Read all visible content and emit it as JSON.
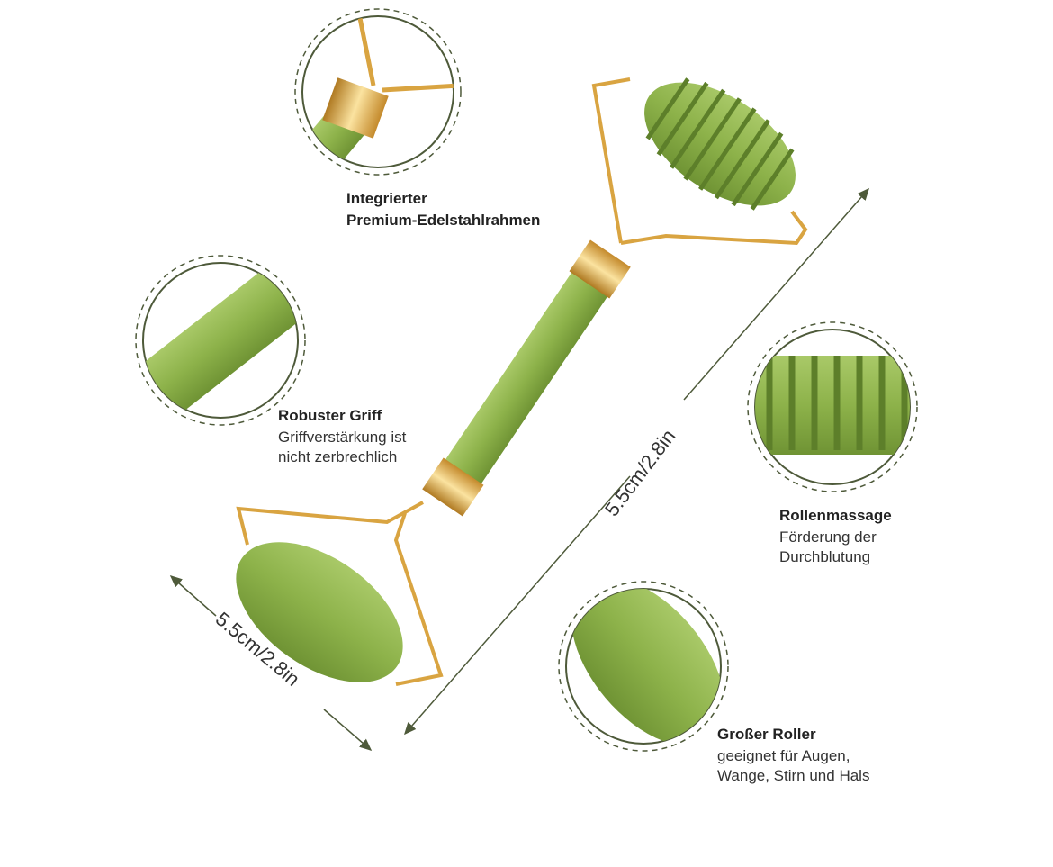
{
  "features": [
    {
      "title": "Integrierter",
      "subtitle": "Premium-Edelstahlrahmen"
    },
    {
      "title": "Robuster Griff",
      "lines": [
        "Griffverstärkung ist",
        "nicht zerbrechlich"
      ]
    },
    {
      "title": "Rollenmassage",
      "lines": [
        "Förderung der",
        "Durchblutung"
      ]
    },
    {
      "title": "Großer Roller",
      "lines": [
        "geeignet für Augen,",
        "Wange, Stirn und Hals"
      ]
    }
  ],
  "dimensions": {
    "length": "5.5cm/2.8in",
    "roller_width": "5.5cm/2.8in"
  },
  "colors": {
    "jade": "#8db24a",
    "jade_dark": "#6f9334",
    "gold": "#d9a441",
    "line": "#4e5a3a"
  }
}
